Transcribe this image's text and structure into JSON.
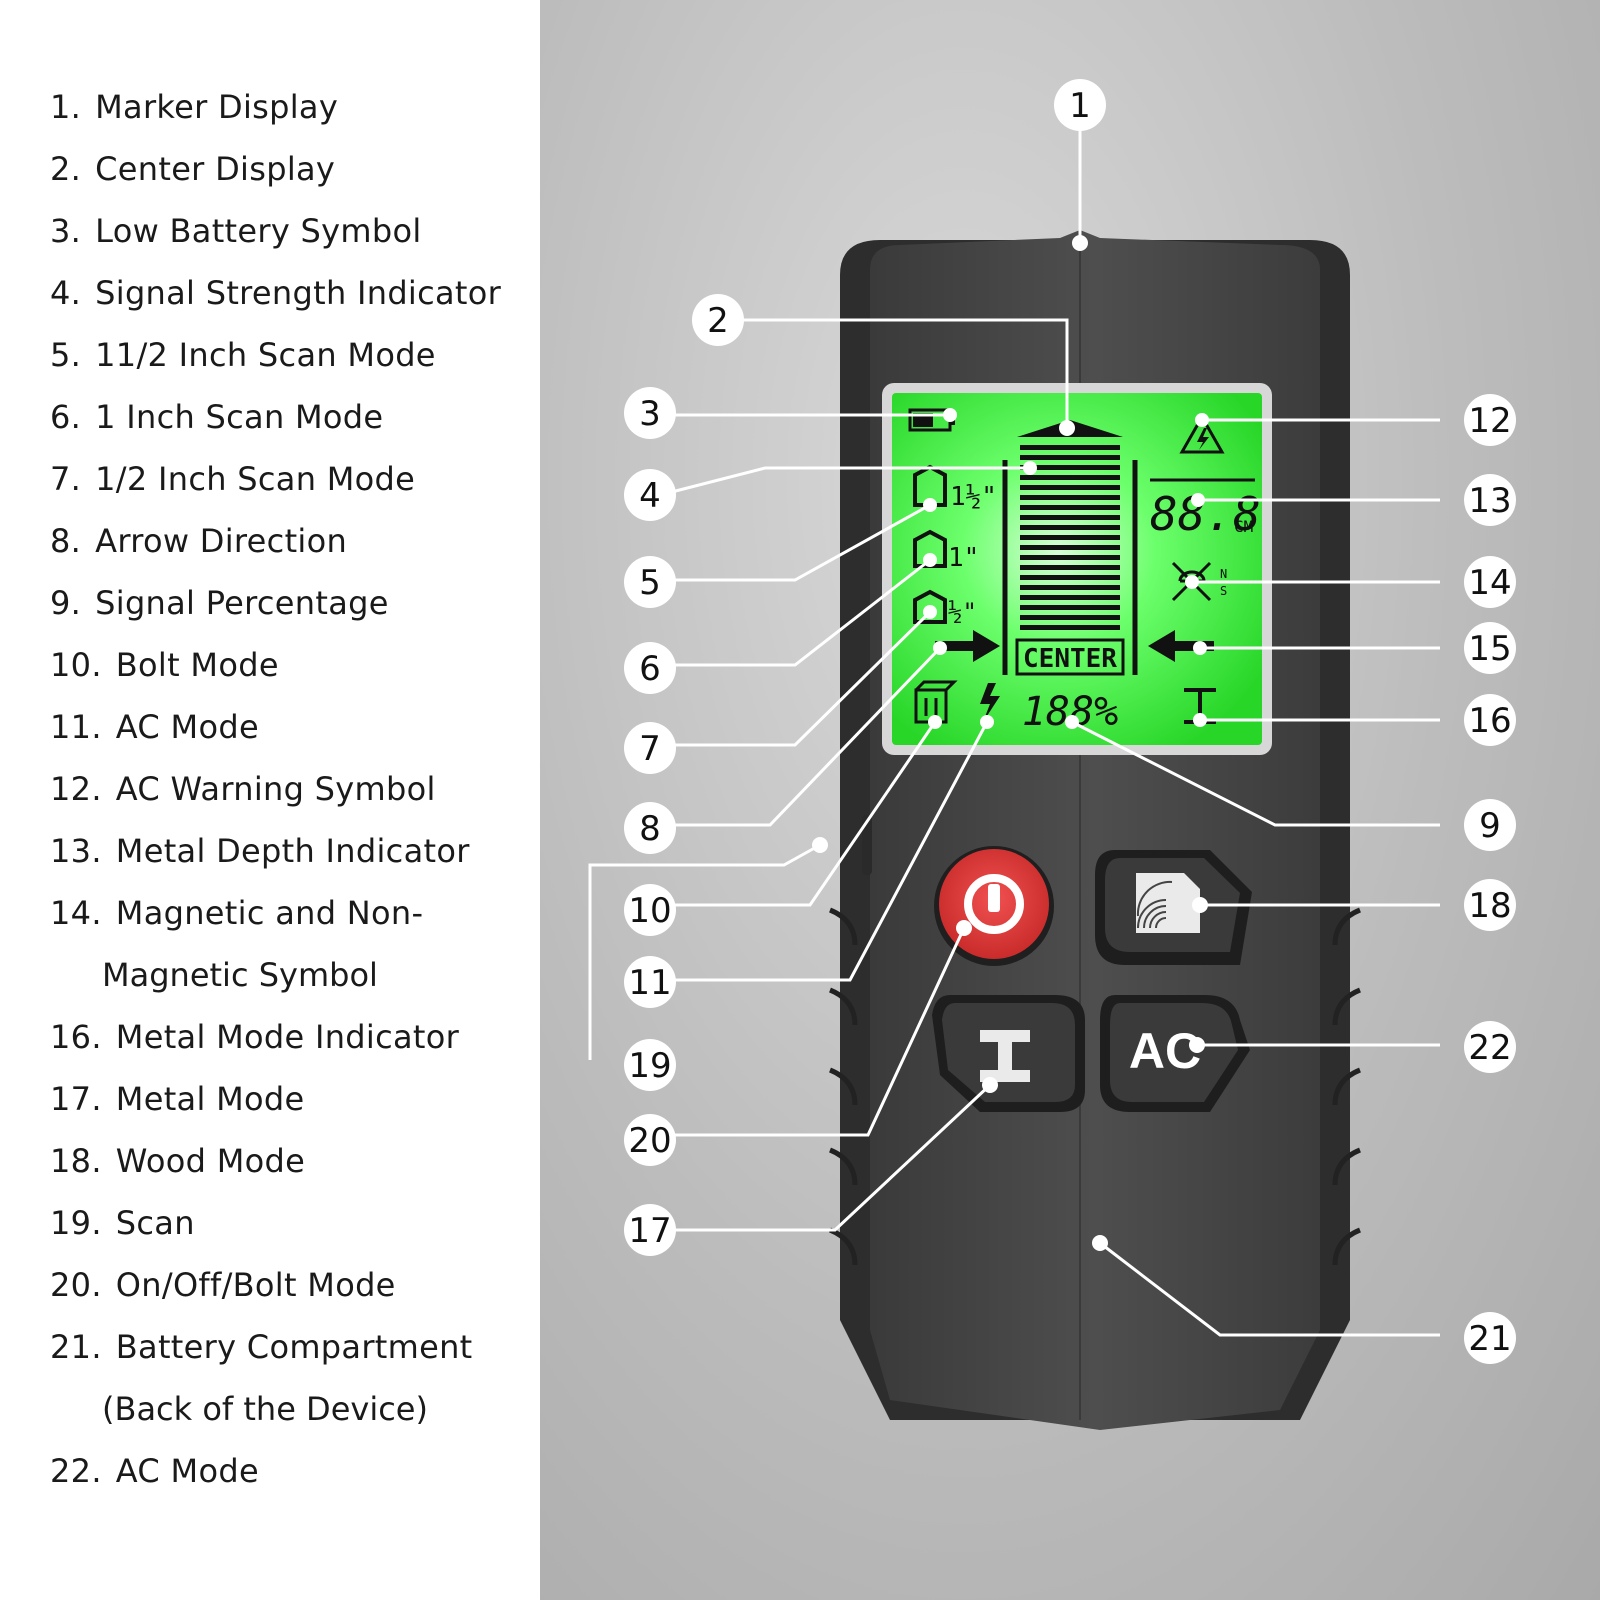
{
  "legend": [
    {
      "num": "1.",
      "text": "Marker Display"
    },
    {
      "num": "2.",
      "text": "Center Display"
    },
    {
      "num": "3.",
      "text": "Low Battery Symbol"
    },
    {
      "num": "4.",
      "text": "Signal Strength Indicator"
    },
    {
      "num": "5.",
      "text": "11/2 Inch Scan Mode"
    },
    {
      "num": "6.",
      "text": "1 Inch Scan Mode"
    },
    {
      "num": "7.",
      "text": "1/2 Inch Scan Mode"
    },
    {
      "num": "8.",
      "text": "Arrow Direction"
    },
    {
      "num": "9.",
      "text": "Signal Percentage"
    },
    {
      "num": "10.",
      "text": "Bolt Mode"
    },
    {
      "num": "11.",
      "text": "AC Mode"
    },
    {
      "num": "12.",
      "text": "AC Warning Symbol"
    },
    {
      "num": "13.",
      "text": "Metal Depth Indicator"
    },
    {
      "num": "14.",
      "text": "Magnetic and Non-"
    },
    {
      "num": "",
      "text": "Magnetic Symbol"
    },
    {
      "num": "16.",
      "text": "Metal Mode Indicator"
    },
    {
      "num": "17.",
      "text": "Metal Mode"
    },
    {
      "num": "18.",
      "text": "Wood Mode"
    },
    {
      "num": "19.",
      "text": "Scan"
    },
    {
      "num": "20.",
      "text": "On/Off/Bolt Mode"
    },
    {
      "num": "21.",
      "text": "Battery Compartment"
    },
    {
      "num": "",
      "text": "(Back of the Device)"
    },
    {
      "num": "22.",
      "text": "AC Mode"
    }
  ],
  "callouts": [
    "1",
    "2",
    "3",
    "4",
    "5",
    "6",
    "7",
    "8",
    "9",
    "10",
    "11",
    "12",
    "13",
    "14",
    "15",
    "16",
    "17",
    "18",
    "19",
    "20",
    "21",
    "22"
  ],
  "lcd": {
    "scan_1_5": "1½\"",
    "scan_1": "1\"",
    "scan_half": "½\"",
    "center_label": "CENTER",
    "depth_value": "88.8",
    "depth_unit": "CM",
    "magnet_n": "N",
    "magnet_s": "S",
    "percentage": "188%"
  },
  "buttons": {
    "ac_label": "AC"
  },
  "colors": {
    "lcd_green": "#3df23d",
    "device_body": "#4a4a4a",
    "power_red": "#e53935"
  }
}
